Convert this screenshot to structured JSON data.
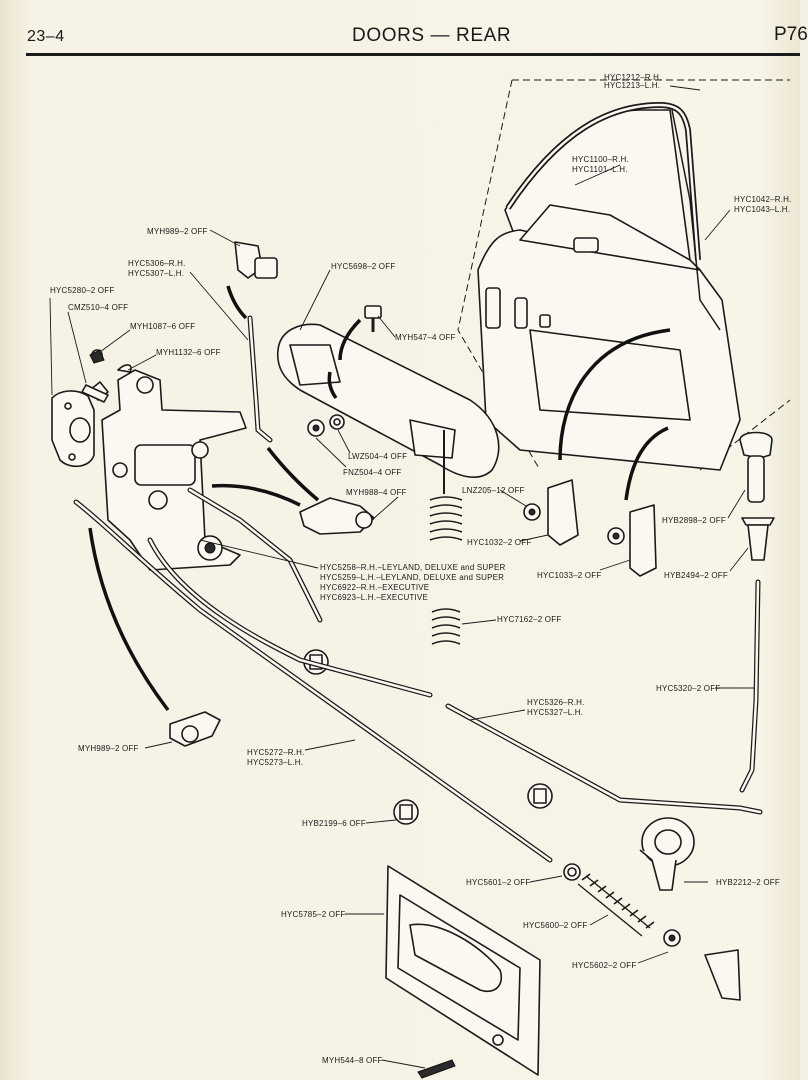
{
  "header": {
    "section": "23–4",
    "title": "DOORS — REAR",
    "page_ref": "P76"
  },
  "labels": [
    {
      "id": "hyc1212",
      "lines": [
        "HYC1212–R.H.",
        "HYC1213–L.H."
      ]
    },
    {
      "id": "hyc1100",
      "lines": [
        "HYC1100–R.H.",
        "HYC1101–L.H."
      ]
    },
    {
      "id": "hyc1042",
      "lines": [
        "HYC1042–R.H.",
        "HYC1043–L.H."
      ]
    },
    {
      "id": "myh989a",
      "lines": [
        "MYH989–2 OFF"
      ]
    },
    {
      "id": "hyc5306",
      "lines": [
        "HYC5306–R.H.",
        "HYC5307–L.H."
      ]
    },
    {
      "id": "hyc5698",
      "lines": [
        "HYC5698–2 OFF"
      ]
    },
    {
      "id": "hyc5280",
      "lines": [
        "HYC5280–2 OFF"
      ]
    },
    {
      "id": "cmz510",
      "lines": [
        "CMZ510–4 OFF"
      ]
    },
    {
      "id": "myh1087",
      "lines": [
        "MYH1087–6 OFF"
      ]
    },
    {
      "id": "myh547",
      "lines": [
        "MYH547–4 OFF"
      ]
    },
    {
      "id": "myh1132",
      "lines": [
        "MYH1132–6 OFF"
      ]
    },
    {
      "id": "lwz504",
      "lines": [
        "LWZ504–4 OFF"
      ]
    },
    {
      "id": "fnz504",
      "lines": [
        "FNZ504–4 OFF"
      ]
    },
    {
      "id": "myh988",
      "lines": [
        "MYH988–4 OFF"
      ]
    },
    {
      "id": "lnz205",
      "lines": [
        "LNZ205–12 OFF"
      ]
    },
    {
      "id": "hyc1032",
      "lines": [
        "HYC1032–2 OFF"
      ]
    },
    {
      "id": "hyb2898",
      "lines": [
        "HYB2898–2 OFF"
      ]
    },
    {
      "id": "hyc1033",
      "lines": [
        "HYC1033–2 OFF"
      ]
    },
    {
      "id": "hyb2494",
      "lines": [
        "HYB2494–2 OFF"
      ]
    },
    {
      "id": "hyc5258",
      "lines": [
        "HYC5258–R.H.–LEYLAND, DELUXE and SUPER",
        "HYC5259–L.H.–LEYLAND, DELUXE and SUPER",
        "HYC6922–R.H.–EXECUTIVE",
        "HYC6923–L.H.–EXECUTIVE"
      ]
    },
    {
      "id": "hyc7162",
      "lines": [
        "HYC7162–2 OFF"
      ]
    },
    {
      "id": "hyc5320",
      "lines": [
        "HYC5320–2 OFF"
      ]
    },
    {
      "id": "hyc5326",
      "lines": [
        "HYC5326–R.H.",
        "HYC5327–L.H."
      ]
    },
    {
      "id": "myh989b",
      "lines": [
        "MYH989–2 OFF"
      ]
    },
    {
      "id": "hyc5272",
      "lines": [
        "HYC5272–R.H.",
        "HYC5273–L.H."
      ]
    },
    {
      "id": "hyb2199",
      "lines": [
        "HYB2199–6 OFF"
      ]
    },
    {
      "id": "hyc5601",
      "lines": [
        "HYC5601–2 OFF"
      ]
    },
    {
      "id": "hyb2212",
      "lines": [
        "HYB2212–2 OFF"
      ]
    },
    {
      "id": "hyc5785",
      "lines": [
        "HYC5785–2 OFF"
      ]
    },
    {
      "id": "hyc5600",
      "lines": [
        "HYC5600–2 OFF"
      ]
    },
    {
      "id": "hyc5602",
      "lines": [
        "HYC5602–2 OFF"
      ]
    },
    {
      "id": "myh544",
      "lines": [
        "MYH544–8 OFF"
      ]
    }
  ]
}
